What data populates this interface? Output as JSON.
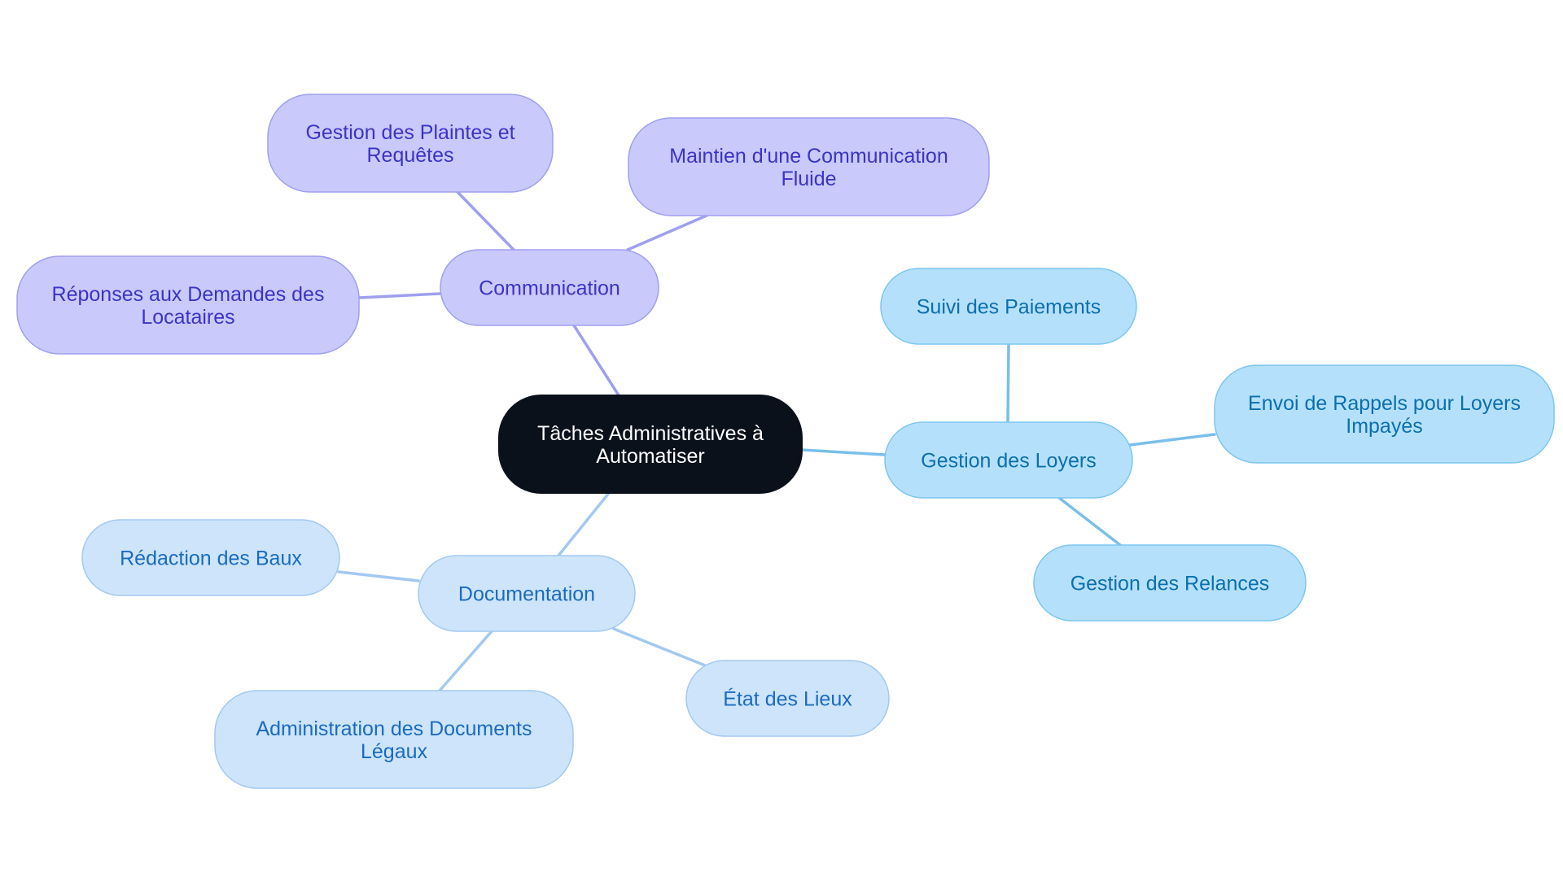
{
  "colors": {
    "root_fill": "#0b111b",
    "root_text": "#ffffff",
    "communication_fill": "#c9c9fc",
    "communication_stroke": "#9f9ff0",
    "communication_text": "#3a34c6",
    "communication_edge": "#9f9ff0",
    "loyers_fill": "#b5e0fc",
    "loyers_stroke": "#7cc6f0",
    "loyers_text": "#0b6fae",
    "loyers_edge": "#79bfea",
    "documentation_fill": "#cde4fb",
    "documentation_stroke": "#a3c9f1",
    "documentation_text": "#1a6bc0",
    "documentation_edge": "#a3c9f1"
  },
  "root": {
    "id": "root",
    "lines": [
      "Tâches Administratives à",
      "Automatiser"
    ]
  },
  "branches": [
    {
      "id": "communication",
      "lines": [
        "Communication"
      ],
      "children": [
        {
          "id": "plaintes",
          "lines": [
            "Gestion des Plaintes et",
            "Requêtes"
          ]
        },
        {
          "id": "communication-fluide",
          "lines": [
            "Maintien d'une Communication",
            "Fluide"
          ]
        },
        {
          "id": "reponses-locataires",
          "lines": [
            "Réponses aux Demandes des",
            "Locataires"
          ]
        }
      ]
    },
    {
      "id": "loyers",
      "lines": [
        "Gestion des Loyers"
      ],
      "children": [
        {
          "id": "suivi-paiements",
          "lines": [
            "Suivi des Paiements"
          ]
        },
        {
          "id": "rappels-impayes",
          "lines": [
            "Envoi de Rappels pour Loyers",
            "Impayés"
          ]
        },
        {
          "id": "relances",
          "lines": [
            "Gestion des Relances"
          ]
        }
      ]
    },
    {
      "id": "documentation",
      "lines": [
        "Documentation"
      ],
      "children": [
        {
          "id": "redaction-baux",
          "lines": [
            "Rédaction des Baux"
          ]
        },
        {
          "id": "etat-des-lieux",
          "lines": [
            "État des Lieux"
          ]
        },
        {
          "id": "documents-legaux",
          "lines": [
            "Administration des Documents",
            "Légaux"
          ]
        }
      ]
    }
  ]
}
